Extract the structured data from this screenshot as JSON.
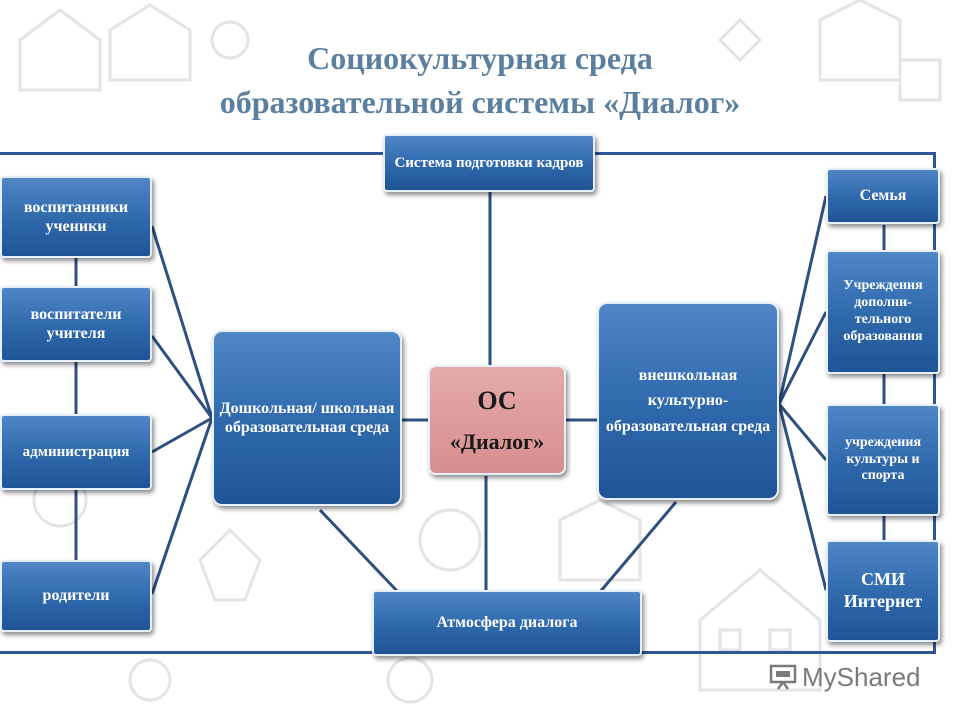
{
  "title": {
    "line1": "Социокультурная среда",
    "line2": "образовательной системы «Диалог»"
  },
  "top_box": "Система подготовки кадров",
  "center": {
    "line1": "ОС",
    "line2": "«Диалог»"
  },
  "left_big": "Дошкольная/ школьная образовательная среда",
  "right_big": "внешкольная культурно-образовательная среда",
  "bottom_box": "Атмосфера диалога",
  "left_items": [
    "воспитанники ученики",
    "воспитатели учителя",
    "администрация",
    "родители"
  ],
  "right_items": [
    "Семья",
    "Учреждения дополни-тельного образования",
    "учреждения культуры и спорта",
    "СМИ Интернет"
  ],
  "watermark": "MyShared",
  "colors": {
    "box": "#2e68ab",
    "center": "#d68e8e",
    "title": "#5b7f9e",
    "lines": "#2f4f7f"
  }
}
